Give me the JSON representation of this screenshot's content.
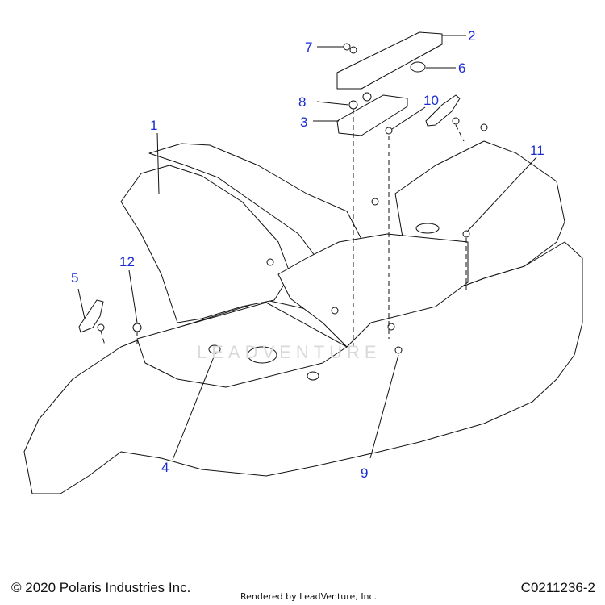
{
  "diagram": {
    "callouts": [
      {
        "id": "1",
        "label": "1"
      },
      {
        "id": "2",
        "label": "2"
      },
      {
        "id": "3",
        "label": "3"
      },
      {
        "id": "4",
        "label": "4"
      },
      {
        "id": "5",
        "label": "5"
      },
      {
        "id": "6",
        "label": "6"
      },
      {
        "id": "7",
        "label": "7"
      },
      {
        "id": "8",
        "label": "8"
      },
      {
        "id": "9",
        "label": "9"
      },
      {
        "id": "10",
        "label": "10"
      },
      {
        "id": "11",
        "label": "11"
      },
      {
        "id": "12",
        "label": "12"
      }
    ],
    "callout_color": "#1a2bd6",
    "line_color": "#111111"
  },
  "footer": {
    "copyright": "© 2020 Polaris Industries Inc.",
    "rendered_by": "Rendered by LeadVenture, Inc.",
    "diagram_code": "C0211236-2"
  },
  "watermark": {
    "text": "LEADVENTURE"
  }
}
